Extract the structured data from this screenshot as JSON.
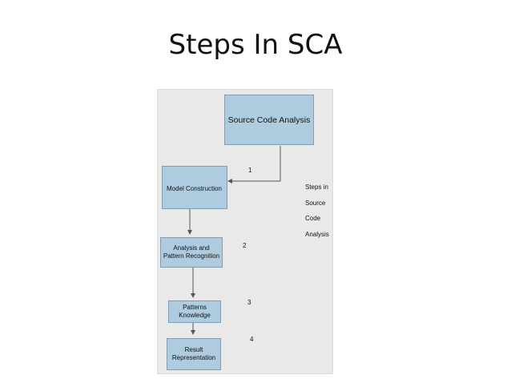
{
  "slide": {
    "title": "Steps In SCA"
  },
  "diagram": {
    "nodes": [
      {
        "id": "source_code_analysis",
        "label": "Source Code Analysis"
      },
      {
        "id": "model_construction",
        "label": "Model Construction"
      },
      {
        "id": "analysis_pattern",
        "label": "Analysis and\nPattern Recognition"
      },
      {
        "id": "patterns_knowledge",
        "label": "Patterns\nKnowledge"
      },
      {
        "id": "result_representation",
        "label": "Result\nRepresentation"
      }
    ],
    "step_numbers": [
      "1",
      "2",
      "3",
      "4"
    ],
    "side_label": [
      "Steps in",
      "Source",
      "Code",
      "Analysis"
    ],
    "colors": {
      "panel": "#e9e9e9",
      "box_fill": "#aecbe0",
      "box_border": "#7f9db3",
      "connector": "#555555"
    }
  }
}
